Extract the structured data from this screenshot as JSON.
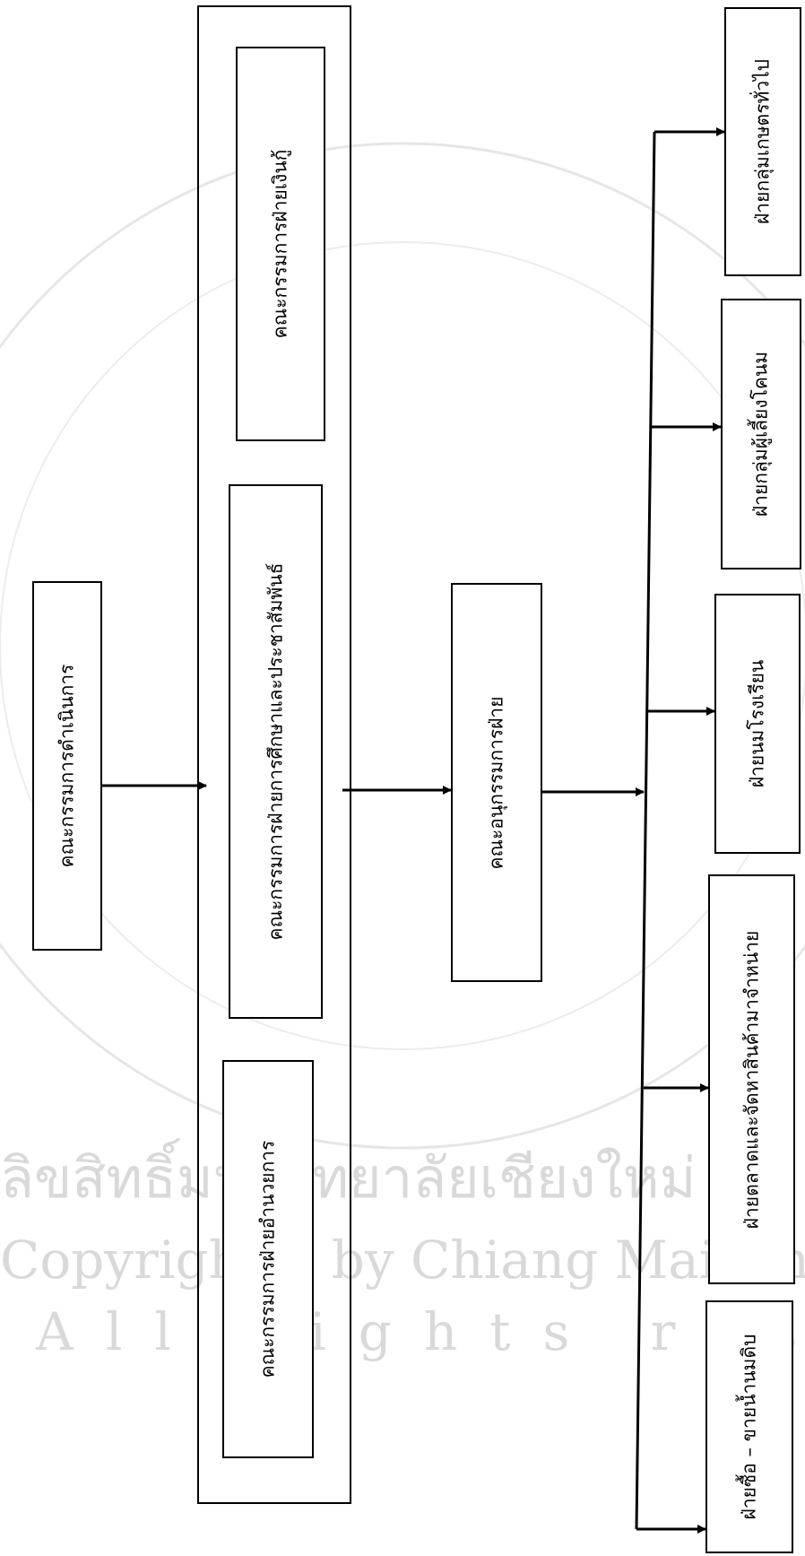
{
  "watermark": {
    "lines": [
      "ลิขสิทธิ์มหาวิทยาลัยเชียงใหม่",
      "Copyright© by Chiang Mai University",
      "All rights reserved"
    ]
  },
  "nodes": {
    "executive": "คณะกรรมการดำเนินการ",
    "loan": "คณะกรรมการฝ่ายเงินกู้",
    "education_pr": "คณะกรรมการฝ่ายการศึกษาและประชาสัมพันธ์",
    "facilitation": "คณะกรรมการฝ่ายอำนวยการ",
    "subcommittee": "คณะอนุกรรมการฝ่าย",
    "general_farmers": "ฝ่ายกลุ่มเกษตรทั่วไป",
    "dairy_farmers": "ฝ่ายกลุ่มผู้เลี้ยงโคนม",
    "school_milk": "ฝ่ายนมโรงเรียน",
    "marketing_supply": "ฝ่ายตลาดและจัดหาสินค้ามาจำหน่าย",
    "raw_milk": "ฝ่ายซื้อ – ขายน้ำนมดิบ"
  }
}
